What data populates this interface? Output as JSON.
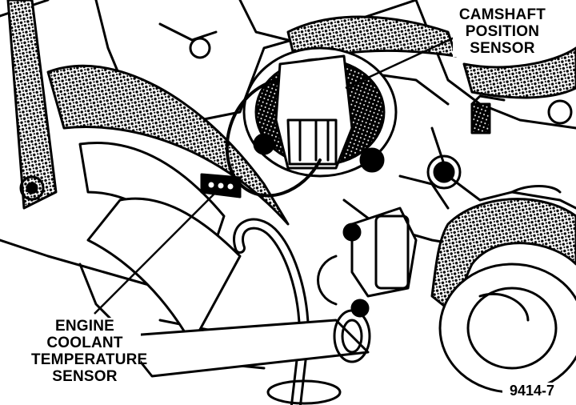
{
  "labels": {
    "camshaft_sensor": [
      "CAMSHAFT",
      "POSITION",
      "SENSOR"
    ],
    "coolant_sensor": [
      "ENGINE",
      "COOLANT",
      "TEMPERATURE",
      "SENSOR"
    ]
  },
  "figure_id": "9414-7",
  "colors": {
    "ink": "#000000",
    "paper": "#ffffff"
  }
}
